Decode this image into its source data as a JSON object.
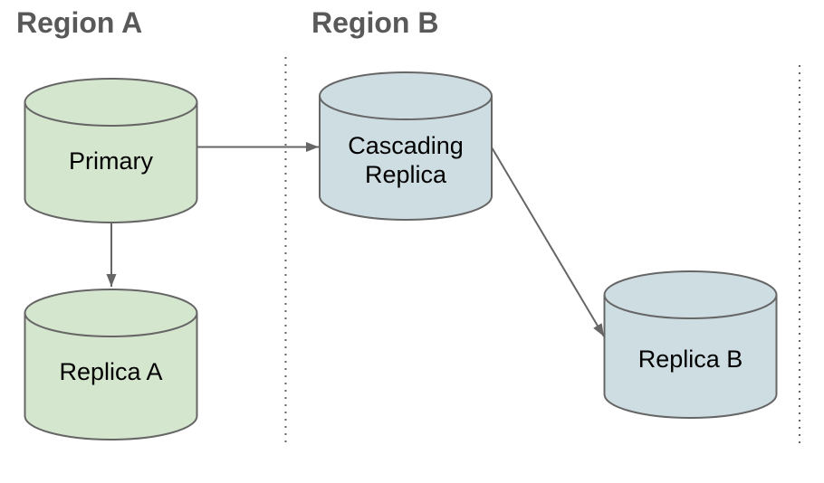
{
  "diagram": {
    "regions": [
      {
        "label": "Region A"
      },
      {
        "label": "Region B"
      }
    ],
    "nodes": [
      {
        "id": "primary",
        "shape": "database-cylinder",
        "region": "Region A",
        "label": "Primary",
        "lines": [
          "Primary"
        ],
        "fill": "#d5e6ce"
      },
      {
        "id": "cascading-replica",
        "shape": "database-cylinder",
        "region": "Region B",
        "label": "Cascading Replica",
        "lines": [
          "Cascading",
          "Replica"
        ],
        "fill": "#cedde2"
      },
      {
        "id": "replica-a",
        "shape": "database-cylinder",
        "region": "Region A",
        "label": "Replica A",
        "lines": [
          "Replica A"
        ],
        "fill": "#d5e6ce"
      },
      {
        "id": "replica-b",
        "shape": "database-cylinder",
        "region": "Region B",
        "label": "Replica B",
        "lines": [
          "Replica B"
        ],
        "fill": "#cedde2"
      }
    ],
    "edges": [
      {
        "from": "primary",
        "to": "cascading-replica",
        "style": "solid-arrow"
      },
      {
        "from": "primary",
        "to": "replica-a",
        "style": "solid-arrow"
      },
      {
        "from": "cascading-replica",
        "to": "replica-b",
        "style": "solid-arrow"
      }
    ],
    "colors": {
      "green_fill": "#d5e6ce",
      "blue_fill": "#cedde2",
      "shape_stroke": "#666666",
      "arrow": "#666666",
      "region_label_text": "#595959",
      "node_label_text": "#000000",
      "boundary_dots": "#666666",
      "background": "#ffffff"
    }
  }
}
